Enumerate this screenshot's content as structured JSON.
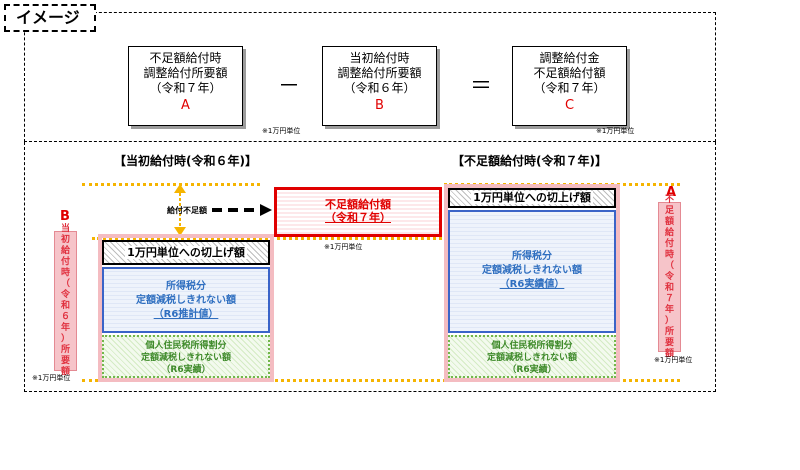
{
  "header": {
    "title": "イメージ"
  },
  "formula": {
    "box_a": {
      "line1": "不足額給付時",
      "line2": "調整給付所要額",
      "line3": "（令和７年）",
      "letter": "A"
    },
    "minus": "－",
    "box_b": {
      "line1": "当初給付時",
      "line2": "調整給付所要額",
      "line3": "（令和６年）",
      "letter": "B"
    },
    "equals": "＝",
    "box_c": {
      "line1": "調整給付金",
      "line2": "不足額給付額",
      "line3": "（令和７年）",
      "letter": "C"
    },
    "unit_note_ab": "※1万円単位",
    "unit_note_c": "※1万円単位"
  },
  "left_section": {
    "heading": "【当初給付時(令和６年)】",
    "side_label": "当初給付時（令和６年）所要額",
    "side_letter": "B",
    "roundup": "1万円単位への切上げ額",
    "income_tax": {
      "line1": "所得税分",
      "line2": "定額減税しきれない額",
      "line3": "（R6推計値）"
    },
    "resident_tax": {
      "line1": "個人住民税所得割分",
      "line2": "定額減税しきれない額",
      "line3": "（R6実績）"
    },
    "unit_note": "※1万円単位"
  },
  "middle": {
    "shortage_label": "給付不足額",
    "box": {
      "line1": "不足額給付額",
      "line2": "（令和７年）"
    },
    "unit_note": "※1万円単位"
  },
  "right_section": {
    "heading": "【不足額給付時(令和７年)】",
    "side_label": "不足額給付時（令和７年）所要額",
    "side_letter": "A",
    "roundup": "1万円単位への切上げ額",
    "income_tax": {
      "line1": "所得税分",
      "line2": "定額減税しきれない額",
      "line3": "（R6実績値）"
    },
    "resident_tax": {
      "line1": "個人住民税所得割分",
      "line2": "定額減税しきれない額",
      "line3": "（R6実績）"
    },
    "unit_note": "※1万円単位"
  },
  "colors": {
    "accent_red": "#e00000",
    "income_blue": "#2f6fc0",
    "resident_green": "#3e8a2a",
    "guide_yellow": "#f5b400",
    "side_pink": "#f6c4c9"
  }
}
